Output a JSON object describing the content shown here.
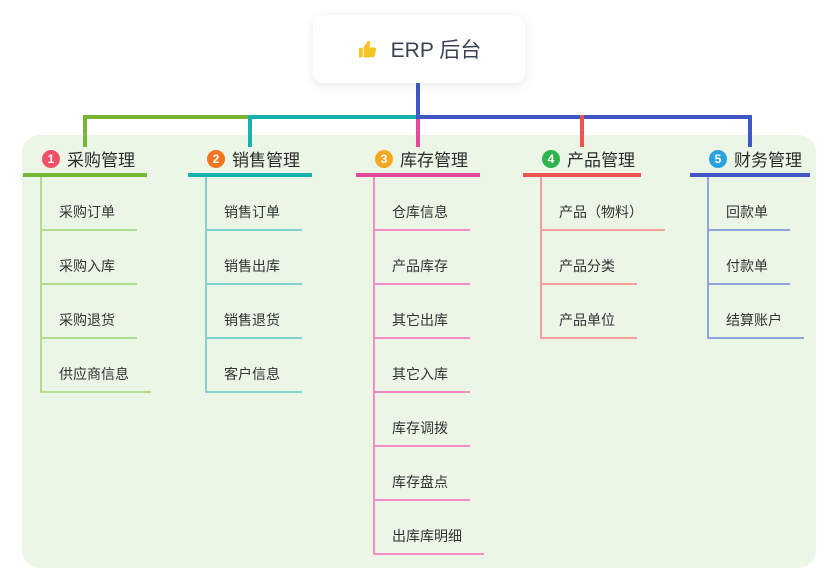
{
  "root": {
    "icon": "thumbs-up-icon",
    "title": "ERP 后台"
  },
  "canvas": {
    "background": "#ffffff",
    "panel_background": "#ebf6e7"
  },
  "branches": [
    {
      "num": "1",
      "title": "采购管理",
      "badge_color": "#f04f68",
      "line_color": "#76b737",
      "child_line_color": "#b2dc8e",
      "children": [
        "采购订单",
        "采购入库",
        "采购退货",
        "供应商信息"
      ]
    },
    {
      "num": "2",
      "title": "销售管理",
      "badge_color": "#f37421",
      "line_color": "#14b3ae",
      "child_line_color": "#84d2cd",
      "children": [
        "销售订单",
        "销售出库",
        "销售退货",
        "客户信息"
      ]
    },
    {
      "num": "3",
      "title": "库存管理",
      "badge_color": "#f5a71f",
      "line_color": "#e6489c",
      "child_line_color": "#f28cc4",
      "children": [
        "仓库信息",
        "产品库存",
        "其它出库",
        "其它入库",
        "库存调拨",
        "库存盘点",
        "出库库明细"
      ]
    },
    {
      "num": "4",
      "title": "产品管理",
      "badge_color": "#2eb34e",
      "line_color": "#f05352",
      "child_line_color": "#f59e9b",
      "children": [
        "产品（物料）",
        "产品分类",
        "产品单位"
      ]
    },
    {
      "num": "5",
      "title": "财务管理",
      "badge_color": "#2ba2e0",
      "line_color": "#3e57c4",
      "child_line_color": "#8fa3dc",
      "children": [
        "回款单",
        "付款单",
        "结算账户"
      ]
    }
  ]
}
